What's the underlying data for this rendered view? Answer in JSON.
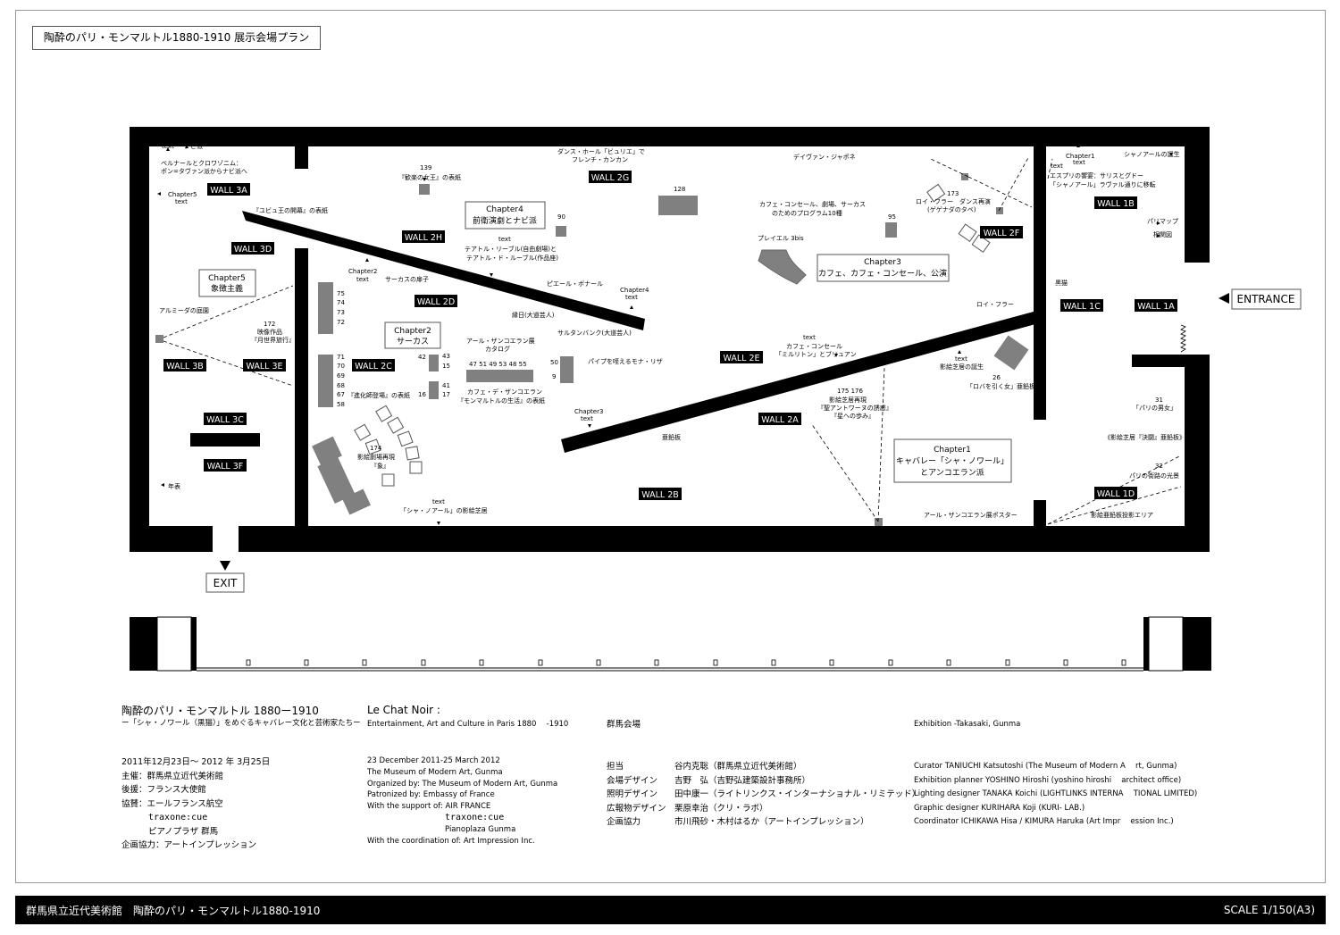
{
  "page_title": "陶酔のパリ・モンマルトル1880-1910 展示会場プラン",
  "plan": {
    "entrance": "ENTRANCE",
    "exit": "EXIT",
    "walls": {
      "w3a": "WALL 3A",
      "w3d": "WALL 3D",
      "w3b": "WALL 3B",
      "w3e": "WALL 3E",
      "w3c": "WALL 3C",
      "w3f": "WALL 3F",
      "w2h": "WALL 2H",
      "w2d": "WALL 2D",
      "w2c": "WALL 2C",
      "w2g": "WALL 2G",
      "w2e": "WALL 2E",
      "w2a": "WALL 2A",
      "w2b": "WALL 2B",
      "w2f": "WALL 2F",
      "w1b": "WALL 1B",
      "w1c": "WALL 1C",
      "w1a": "WALL 1A",
      "w1d": "WALL 1D"
    },
    "chapters": {
      "c1": [
        "Chapter1",
        "キャバレー「シャ・ノワール」",
        "とアンコエラン派"
      ],
      "c2": [
        "Chapter2",
        "サーカス"
      ],
      "c3": [
        "Chapter3",
        "カフェ、カフェ・コンセール、公演"
      ],
      "c4": [
        "Chapter4",
        "前衛演劇とナビ派"
      ],
      "c5": [
        "Chapter5",
        "象徴主義"
      ]
    },
    "labels": {
      "l01": "text",
      "l02": "ナビ派",
      "l03": "ベルナールとクロワゾニム：",
      "l04": "ポン=タヴァン派からナビ派へ",
      "l05": "Chapter5",
      "l06": "text",
      "l07": "『ユビュ王の開幕』の表紙",
      "l08": "139",
      "l09": "『歓楽の女王』の表紙",
      "l10": "ダンス・ホール「ビュリエ」で",
      "l11": "フレンチ・カンカン",
      "l12": "128",
      "l13": "デイヴァン・ジャポネ",
      "l14": "90",
      "l15": "カフェ・コンセール、劇場、サーカス",
      "l16": "のためのプログラム10種",
      "l17": "95",
      "l18": "173",
      "l19": "ロイ・フラー　ダンス再演",
      "l20": "(ゲゲナダのタベ)",
      "l21": "text",
      "l22": "テアトル・リーブル(自由劇場)と",
      "l23": "テアトル・ド・ルーブル(作品座)",
      "l24": "プレイエル 3bis",
      "l25": "Chapter2",
      "l26": "text",
      "l27": "サーカスの扉子",
      "l28": "ピエール・ボナール",
      "l29": "Chapter4",
      "l30": "text",
      "l31": "アルミーダの庭園",
      "l32": "172",
      "l33": "映像作品",
      "l34": "『月世界旅行』",
      "l35": "縁日(大道芸人)",
      "l36": "サルタンバンク(大道芸人)",
      "l37": "ロイ・フラー",
      "l38": "アール・ザンコエラン展",
      "l39": "カタログ",
      "l40": "パイプを咥えるモナ・リザ",
      "l41": "text",
      "l42": "カフェ・コンセール",
      "l43": "「ミルリトン」とブリュアン",
      "l44": "text",
      "l45": "影絵芝居の誕生",
      "l46": "『進化師登場』の表紙",
      "l47": "カフェ・デ・ザンコエラン",
      "l48": "『モンマルトルの生活』の表紙",
      "l49": "175 176",
      "l50": "影絵芝居再現",
      "l51": "『聖アントワーヌの誘惑』",
      "l52": "『星への歩み』",
      "l53": "26",
      "l54": "「ロバを引く女」亜鉛板",
      "l55": "Chapter3",
      "l56": "text",
      "l57": "亜鉛板",
      "l58": "174",
      "l59": "影絵劇場再現",
      "l60": "『象』",
      "l61": "年表",
      "l62": "text",
      "l63": "「シャ・ノアール」の影絵芝居",
      "l64": "アール・ザンコエラン展ポスター",
      "l65": "Chapter1",
      "l66": "text",
      "l67": "シャノアールの誕生",
      "l68": "text",
      "l69": "エスプリの饗宴：サリスとグドー",
      "l70": "「シャノアール」ラヴァル通りに移転",
      "l71": "パリマップ",
      "l72": "相関図",
      "l73": "黒猫",
      "l74": "31",
      "l75": "「パリの男女」",
      "l76": "《影絵芝居『決闘』亜鉛板》",
      "l77": "32",
      "l78": "パリの街路の光景",
      "l79": "影絵亜鉛板投影エリア",
      "n75": "75",
      "n74": "74",
      "n73": "73",
      "n72": "72",
      "n71": "71",
      "n70": "70",
      "n69": "69",
      "n68": "68",
      "n67": "67",
      "n58": "58",
      "n42": "42",
      "n15": "15",
      "n43": "43",
      "n16": "16",
      "n41": "41",
      "n17": "17",
      "n50": "50",
      "n9": "9",
      "row47": "47  51  49  53  48  55"
    }
  },
  "info": {
    "jp": {
      "title": "陶酔のパリ・モンマルトル 1880ー1910",
      "subtitle": "ー「シャ・ノワール（黒猫）」をめぐるキャバレー文化と芸術家たちー",
      "lines": [
        "2011年12月23日～ 2012 年 3月25日",
        "主催：群馬県立近代美術館",
        "後援：フランス大使館",
        "協賛：エールフランス航空",
        "traxone:cue",
        "ピアノプラザ 群馬",
        "企画協力：アートインプレッション"
      ]
    },
    "en": {
      "title": "Le Chat Noir :",
      "subtitle": "Entertainment, Art and Culture in Paris 1880　  -1910",
      "lines": [
        "23 December 2011-25 March 2012",
        "The Museum of Modern Art, Gunma",
        "Organized by: The Museum of Modern Art, Gunma",
        "Patronized by: Embassy of France",
        "With the support of: AIR FRANCE",
        "traxone:cue",
        "Pianoplaza Gunma",
        "With the coordination of: Art Impression Inc."
      ]
    },
    "venue_jp": "群馬会場",
    "venue_en": "Exhibition -Takasaki, Gunma",
    "credit_roles": [
      "担当",
      "会場デザイン",
      "照明デザイン",
      "広報物デザイン",
      "企画協力"
    ],
    "credit_names": [
      "谷内克聡（群馬県立近代美術館）",
      "吉野　弘（吉野弘建築設計事務所）",
      "田中康一（ライトリンクス・インターナショナル・リミテッド）",
      "栗原幸治（クリ・ラボ）",
      "市川飛砂・木村はるか（アートインプレッション）"
    ],
    "credits_en": [
      "Curator TANIUCHI Katsutoshi (The Museum of Modern A　  rt, Gunma)",
      "Exhibition planner YOSHINO Hiroshi (yoshino hiroshi　   architect office)",
      "Lighting designer TANAKA Koichi (LIGHTLINKS INTERNA　   TIONAL LIMITED)",
      "Graphic designer KURIHARA Koji (KURI- LAB.)",
      "Coordinator ICHIKAWA Hisa / KIMURA Haruka (Art Impr　    ession Inc.)"
    ]
  },
  "footer": {
    "left": "群馬県立近代美術館　陶酔のパリ・モンマルトル1880-1910",
    "right": "SCALE 1/150(A3)"
  }
}
